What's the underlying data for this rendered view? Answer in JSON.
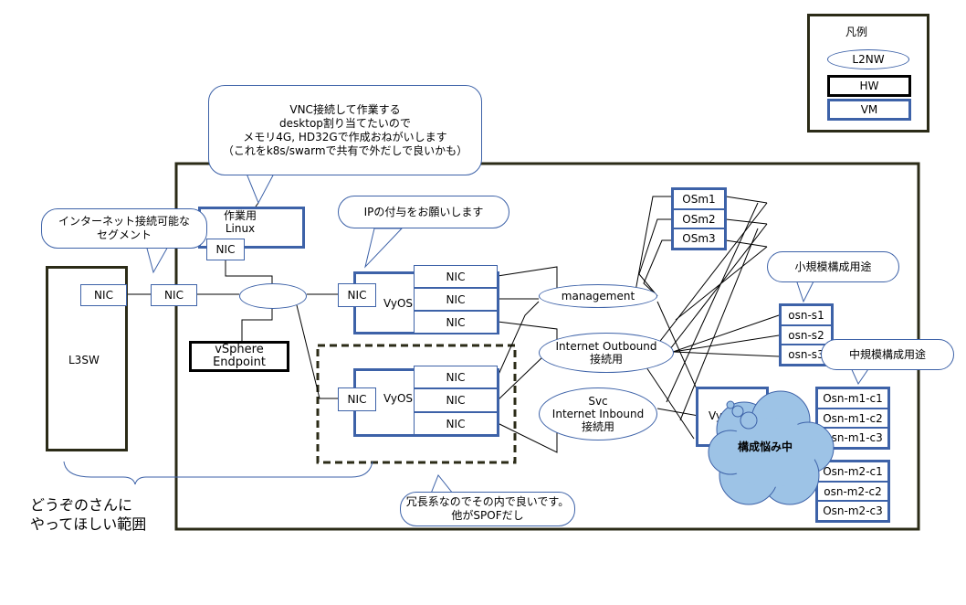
{
  "legend": {
    "title": "凡例",
    "l2nw": "L2NW",
    "hw": "HW",
    "vm": "VM"
  },
  "l3sw": {
    "label": "L3SW",
    "nic": "NIC"
  },
  "inet_nic": "NIC",
  "workvm": {
    "label": "作業用\nLinux",
    "nic": "NIC"
  },
  "vsphere": "vSphere\nEndpoint",
  "vyos1": {
    "label": "VyOS",
    "nic_left": "NIC",
    "nics": [
      "NIC",
      "NIC",
      "NIC"
    ]
  },
  "vyos2": {
    "label": "VyOS",
    "nic_left": "NIC",
    "nics": [
      "NIC",
      "NIC",
      "NIC"
    ]
  },
  "networks": {
    "management": "management",
    "outbound": "Internet Outbound\n接続用",
    "svc": "Svc\nInternet Inbound\n接続用"
  },
  "osm": [
    "OSm1",
    "OSm2",
    "OSm3"
  ],
  "osn_s": [
    "osn-s1",
    "osn-s2",
    "osn-s3"
  ],
  "osn_m1": [
    "Osn-m1-c1",
    "Osn-m1-c2",
    "Osn-m1-c3"
  ],
  "osn_m2": [
    "Osn-m2-c1",
    "osn-m2-c2",
    "Osn-m2-c3"
  ],
  "vyos_hidden": "VyO",
  "cloud_label": "構成悩み中",
  "callouts": {
    "vnc": "VNC接続して作業する\ndesktop割り当てたいので\nメモリ4G, HD32Gで作成おねがいします\n（これをk8s/swarmで共有で外だしで良いかも）",
    "ip": "IPの付与をお願いします",
    "internet": "インターネット接続可能な\nセグメント",
    "small": "小規模構成用途",
    "medium": "中規模構成用途",
    "redundant": "冗長系なのでその内で良いです。\n他がSPOFだし"
  },
  "scope_note": "どうぞのさんに\nやってほしい範囲"
}
